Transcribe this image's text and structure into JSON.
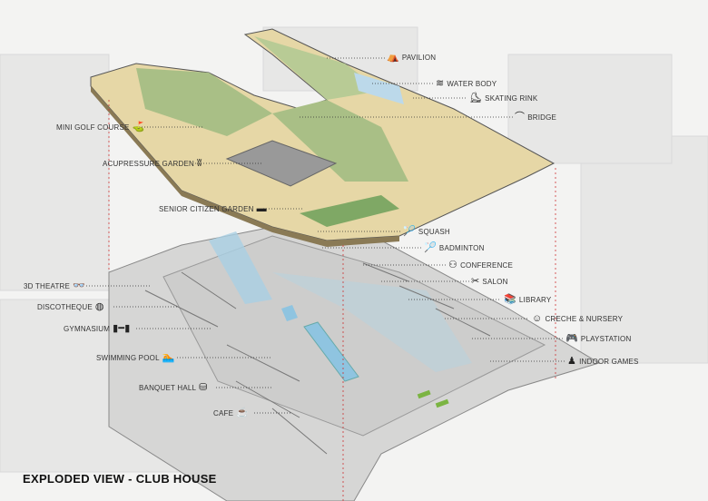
{
  "title": "EXPLODED VIEW - CLUB HOUSE",
  "roof_labels": {
    "pavilion": "PAVILION",
    "water_body": "WATER BODY",
    "skating_rink": "SKATING RINK",
    "bridge": "BRIDGE",
    "mini_golf": "MINI GOLF COURSE",
    "acupressure": "ACUPRESSURE GARDEN",
    "senior_citizen": "SENIOR CITIZEN GARDEN"
  },
  "floor_labels_right": {
    "squash": "SQUASH",
    "badminton": "BADMINTON",
    "conference": "CONFERENCE",
    "salon": "SALON",
    "library": "LIBRARY",
    "creche": "CRECHE & NURSERY",
    "playstation": "PLAYSTATION",
    "indoor_games": "INDOOR GAMES"
  },
  "floor_labels_left": {
    "theatre": "3D THEATRE",
    "discotheque": "DISCOTHEQUE",
    "gymnasium": "GYMNASIUM",
    "swimming_pool": "SWIMMING POOL",
    "banquet": "BANQUET HALL",
    "cafe": "CAFE"
  },
  "colors": {
    "grass": "#a9bf86",
    "sand": "#e6d7a6",
    "water": "#bcd9ea",
    "floor": "#d9d9d9"
  }
}
